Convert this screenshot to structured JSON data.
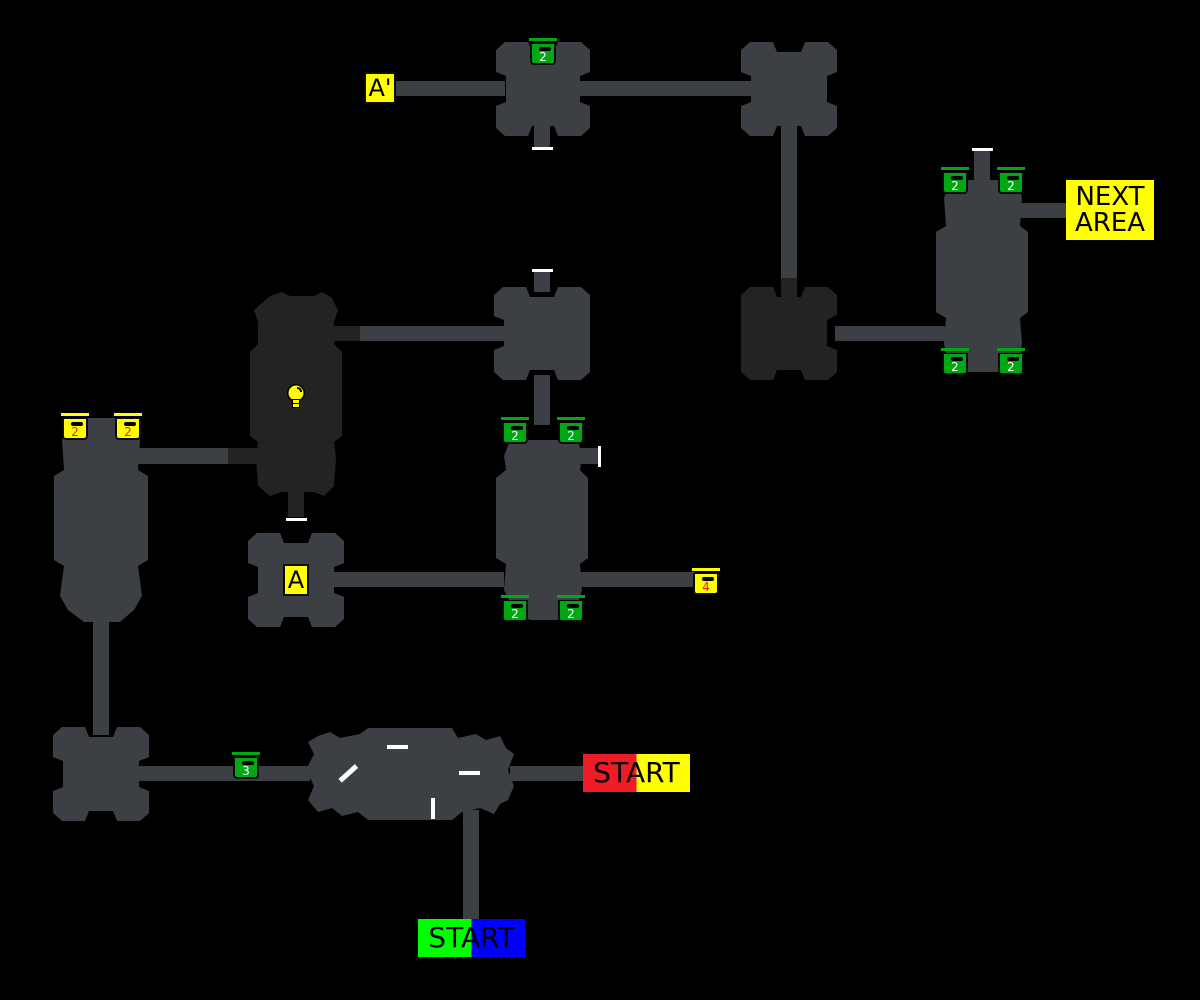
{
  "map": {
    "background": "#000000",
    "floor_color": "#3c3f44",
    "dark_floor_color": "#232323",
    "door_color": "#ffffff"
  },
  "labels": {
    "next_area": {
      "line1": "NEXT",
      "line2": "AREA",
      "bg": "#ffff00"
    },
    "start_red_yellow": {
      "text": "START",
      "colors": [
        "#ee1c24",
        "#ffff00"
      ]
    },
    "start_green_blue": {
      "text": "START",
      "colors": [
        "#00ff00",
        "#0000ff"
      ]
    },
    "warp_a": {
      "text": "A",
      "bg": "#ffff00"
    },
    "warp_a_prime": {
      "text": "A'",
      "bg": "#ffff00"
    }
  },
  "chests": [
    {
      "id": "top-room",
      "count": "2",
      "type": "green"
    },
    {
      "id": "right-room-tl",
      "count": "2",
      "type": "green"
    },
    {
      "id": "right-room-tr",
      "count": "2",
      "type": "green"
    },
    {
      "id": "right-room-bl",
      "count": "2",
      "type": "green"
    },
    {
      "id": "right-room-br",
      "count": "2",
      "type": "green"
    },
    {
      "id": "center-room-tl",
      "count": "2",
      "type": "green"
    },
    {
      "id": "center-room-tr",
      "count": "2",
      "type": "green"
    },
    {
      "id": "center-room-bl",
      "count": "2",
      "type": "green"
    },
    {
      "id": "center-room-br",
      "count": "2",
      "type": "green"
    },
    {
      "id": "corridor-east",
      "count": "4",
      "type": "yellow"
    },
    {
      "id": "left-room-l",
      "count": "2",
      "type": "yellow"
    },
    {
      "id": "left-room-r",
      "count": "2",
      "type": "yellow"
    },
    {
      "id": "bottom-corridor",
      "count": "3",
      "type": "green"
    }
  ],
  "chest_styles": {
    "green": {
      "fill": "#00a814",
      "lid": "#00a814",
      "text": "#ffffff"
    },
    "yellow": {
      "fill": "#ffff00",
      "lid": "#ffff00",
      "text": "#ee1c24"
    }
  },
  "hint_icon": {
    "name": "lightbulb",
    "color": "#ffff00"
  }
}
